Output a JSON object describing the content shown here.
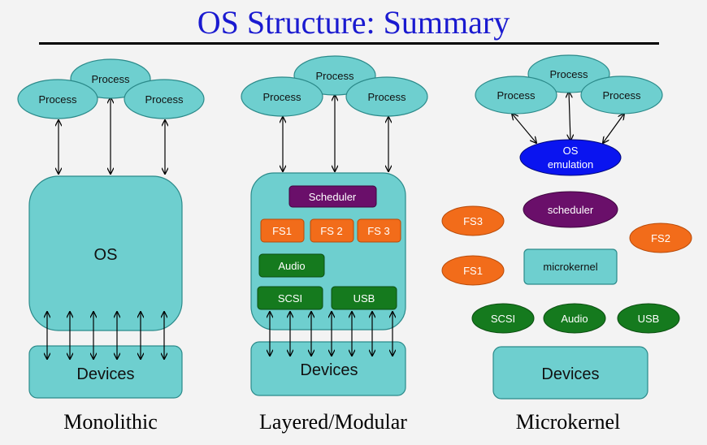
{
  "title": "OS Structure: Summary",
  "columns": {
    "monolithic": {
      "caption": "Monolithic",
      "processes": [
        "Process",
        "Process",
        "Process"
      ],
      "os_label": "OS",
      "devices_label": "Devices"
    },
    "layered": {
      "caption": "Layered/Modular",
      "processes": [
        "Process",
        "Process",
        "Process"
      ],
      "scheduler": "Scheduler",
      "fs": [
        "FS1",
        "FS 2",
        "FS 3"
      ],
      "audio": "Audio",
      "scsi": "SCSI",
      "usb": "USB",
      "devices_label": "Devices"
    },
    "microkernel": {
      "caption": "Microkernel",
      "processes": [
        "Process",
        "Process",
        "Process"
      ],
      "os_emulation": [
        "OS",
        "emulation"
      ],
      "scheduler": "scheduler",
      "fs3": "FS3",
      "fs2": "FS2",
      "fs1": "FS1",
      "microkernel": "microkernel",
      "scsi": "SCSI",
      "audio": "Audio",
      "usb": "USB",
      "devices_label": "Devices"
    }
  },
  "colors": {
    "title": "#1a1ad0",
    "teal": "#6ecfcf",
    "orange": "#f26c1a",
    "green": "#157a1e",
    "purple": "#6a0f6a",
    "blue": "#0a14f0"
  }
}
